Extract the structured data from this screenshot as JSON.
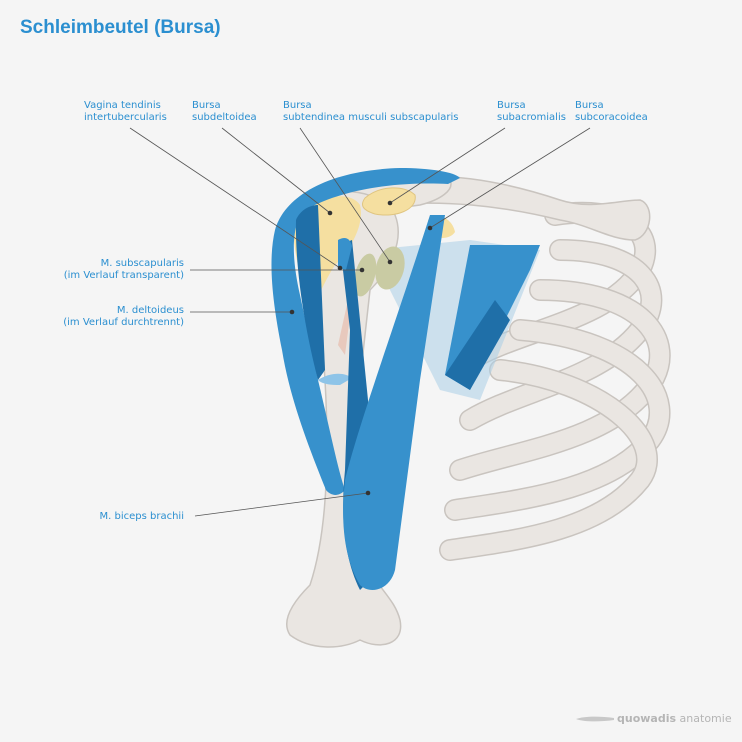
{
  "title": "Schleimbeutel (Bursa)",
  "labels": {
    "vagina": {
      "line1": "Vagina tendinis",
      "line2": "intertubercularis"
    },
    "subdeltoidea": {
      "line1": "Bursa",
      "line2": "subdeltoidea"
    },
    "subtendinea": {
      "line1": "Bursa",
      "line2": "subtendinea musculi subscapularis"
    },
    "subacromialis": {
      "line1": "Bursa",
      "line2": "subacromialis"
    },
    "subcoracoidea": {
      "line1": "Bursa",
      "line2": "subcoracoidea"
    },
    "subscapularis": {
      "line1": "M. subscapularis",
      "line2": "(im Verlauf transparent)"
    },
    "deltoideus": {
      "line1": "M. deltoideus",
      "line2": "(im Verlauf durchtrennt)"
    },
    "biceps": {
      "line1": "M. biceps brachii"
    }
  },
  "brand": {
    "bold": "quowadis",
    "light": "anatomie"
  },
  "colors": {
    "title": "#2b8fd0",
    "bone": "#eae6e2",
    "bone_stroke": "#c9c4bf",
    "muscle": "#3791cc",
    "muscle_dark": "#1f6fa8",
    "bursa": "#f5dfa0",
    "bursa_green": "#c9cba3"
  }
}
